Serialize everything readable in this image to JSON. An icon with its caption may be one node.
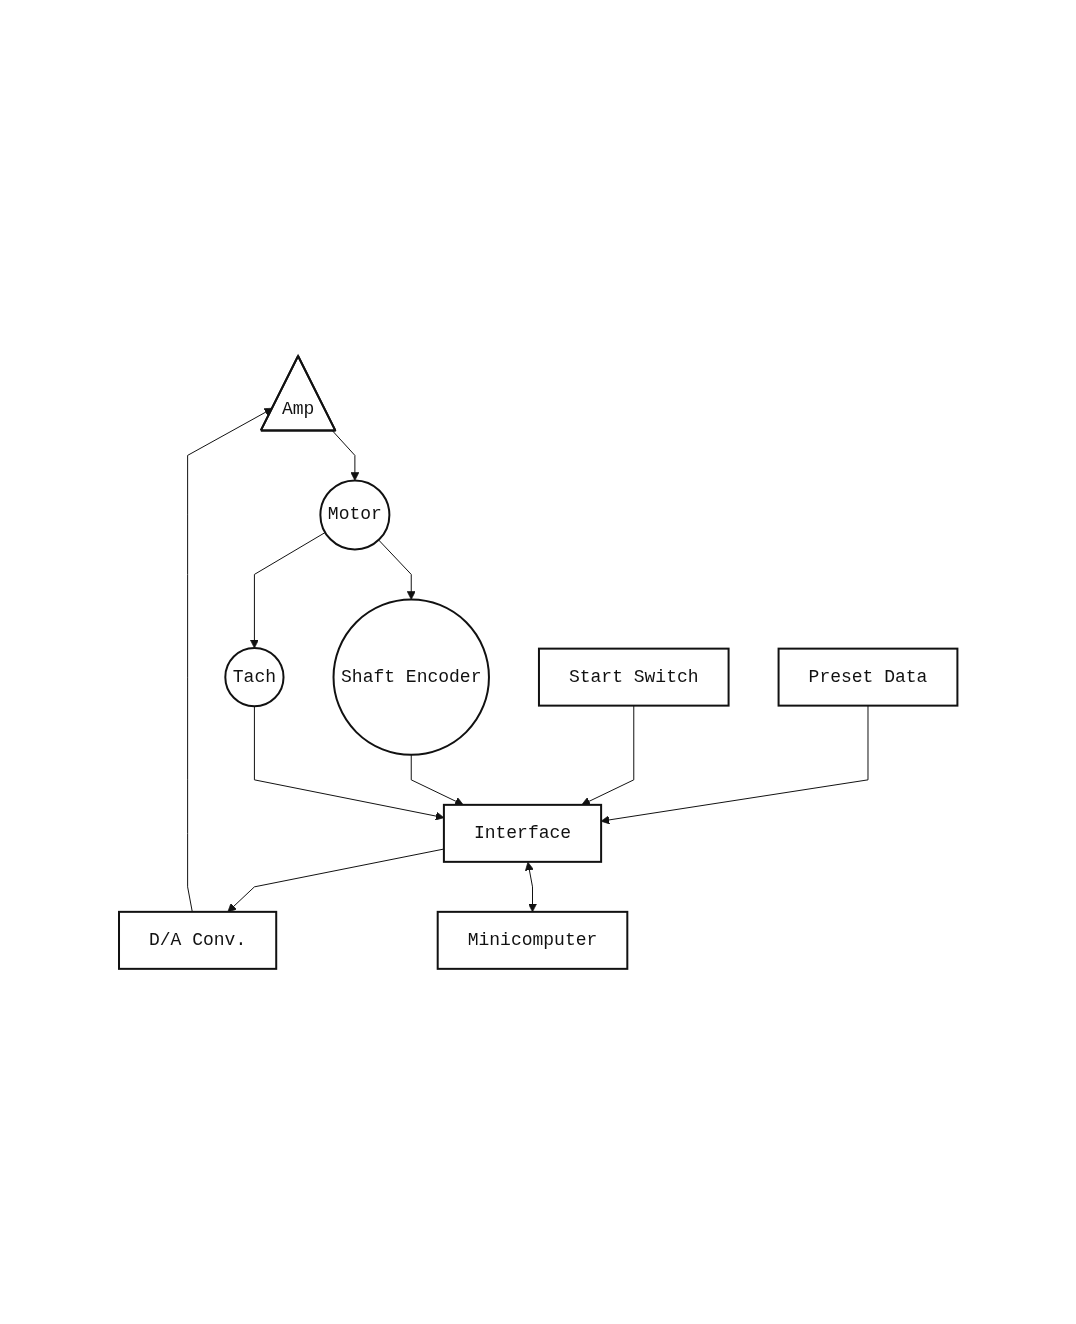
{
  "diagram": {
    "nodes": [
      {
        "text": [
          "Amp"
        ]
      },
      {
        "text": [
          "Motor"
        ]
      },
      {
        "text": [
          "Preset Data"
        ]
      },
      {
        "text": [
          "Start Switch"
        ]
      },
      {
        "text": [
          "Shaft Encoder"
        ]
      },
      {
        "text": [
          "Tach"
        ]
      },
      {
        "text": [
          "D/A Conv."
        ]
      },
      {
        "text": [
          "Interface"
        ]
      },
      {
        "text": [
          "Minicomputer"
        ]
      }
    ],
    "edges": [
      {
        "from": 0,
        "to": 1,
        "arrow": "to"
      },
      {
        "from": 1,
        "to": 4,
        "arrow": "to"
      },
      {
        "from": 1,
        "to": 5,
        "arrow": "to"
      },
      {
        "from": 2,
        "to": 7,
        "arrow": "to"
      },
      {
        "from": 3,
        "to": 7,
        "arrow": "to"
      },
      {
        "from": 4,
        "to": 7,
        "arrow": "to"
      },
      {
        "from": 5,
        "to": 7,
        "arrow": "to"
      },
      {
        "from": 7,
        "to": 6,
        "arrow": "to"
      },
      {
        "from": 6,
        "to": 0,
        "arrow": "to"
      },
      {
        "from": 7,
        "to": 8,
        "arrow": "both"
      }
    ]
  }
}
